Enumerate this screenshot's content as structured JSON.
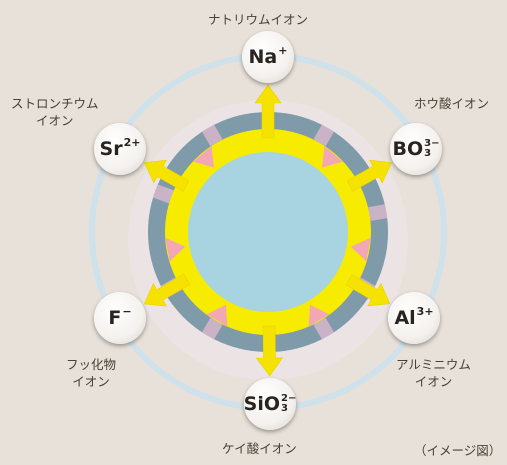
{
  "ions": [
    {
      "key": "na",
      "formula": "Na",
      "charge": "+",
      "label": [
        "ナトリウムイオン"
      ]
    },
    {
      "key": "bo3",
      "formula": "BO",
      "sub": "3",
      "charge": "3−",
      "label": [
        "ホウ酸イオン"
      ]
    },
    {
      "key": "al",
      "formula": "Al",
      "charge": "3+",
      "label": [
        "アルミニウム",
        "イオン"
      ]
    },
    {
      "key": "sio3",
      "formula": "SiO",
      "sub": "3",
      "charge": "2−",
      "label": [
        "ケイ酸イオン"
      ]
    },
    {
      "key": "f",
      "formula": "F",
      "charge": "−",
      "label": [
        "フッ化物",
        "イオン"
      ]
    },
    {
      "key": "sr",
      "formula": "Sr",
      "charge": "2+",
      "label": [
        "ストロンチウム",
        "イオン"
      ]
    }
  ],
  "note": "（イメージ図）",
  "colors": {
    "core": "#a8d4e2",
    "yellow_ring": "#f7ec00",
    "outer_ring": "#7f9aa8",
    "arrow": "#f5e200",
    "orbit": "#cfe1ea",
    "pink": "#f2a7b4"
  }
}
